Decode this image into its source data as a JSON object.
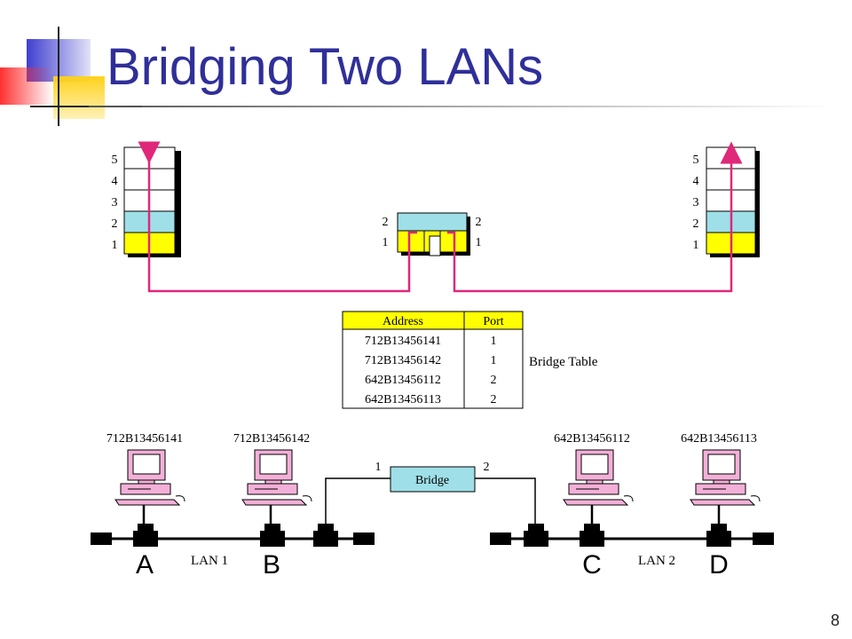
{
  "slide": {
    "title": "Bridging Two LANs",
    "page_number": "8"
  },
  "colors": {
    "title": "#2f2f9a",
    "magenta": "#e0287a",
    "yellow": "#ffff00",
    "light_blue": "#9fdfe8",
    "deco_blue": "#3f3fd0",
    "deco_yellow": "#ffd21a",
    "deco_red": "#ff3030"
  },
  "diagram": {
    "left_stack_layers": [
      "5",
      "4",
      "3",
      "2",
      "1"
    ],
    "right_stack_layers": [
      "5",
      "4",
      "3",
      "2",
      "1"
    ],
    "bridge_stack": {
      "left_layers": [
        "2",
        "1"
      ],
      "right_layers": [
        "2",
        "1"
      ]
    },
    "bridge_table": {
      "headers": [
        "Address",
        "Port"
      ],
      "rows": [
        [
          "712B13456141",
          "1"
        ],
        [
          "712B13456142",
          "1"
        ],
        [
          "642B13456112",
          "2"
        ],
        [
          "642B13456113",
          "2"
        ]
      ],
      "label": "Bridge Table"
    },
    "stations": [
      {
        "letter": "A",
        "address": "712B13456141"
      },
      {
        "letter": "B",
        "address": "712B13456142"
      },
      {
        "letter": "C",
        "address": "642B13456112"
      },
      {
        "letter": "D",
        "address": "642B13456113"
      }
    ],
    "bridge": {
      "label": "Bridge",
      "port_left": "1",
      "port_right": "2"
    },
    "lans": [
      "LAN 1",
      "LAN 2"
    ]
  }
}
